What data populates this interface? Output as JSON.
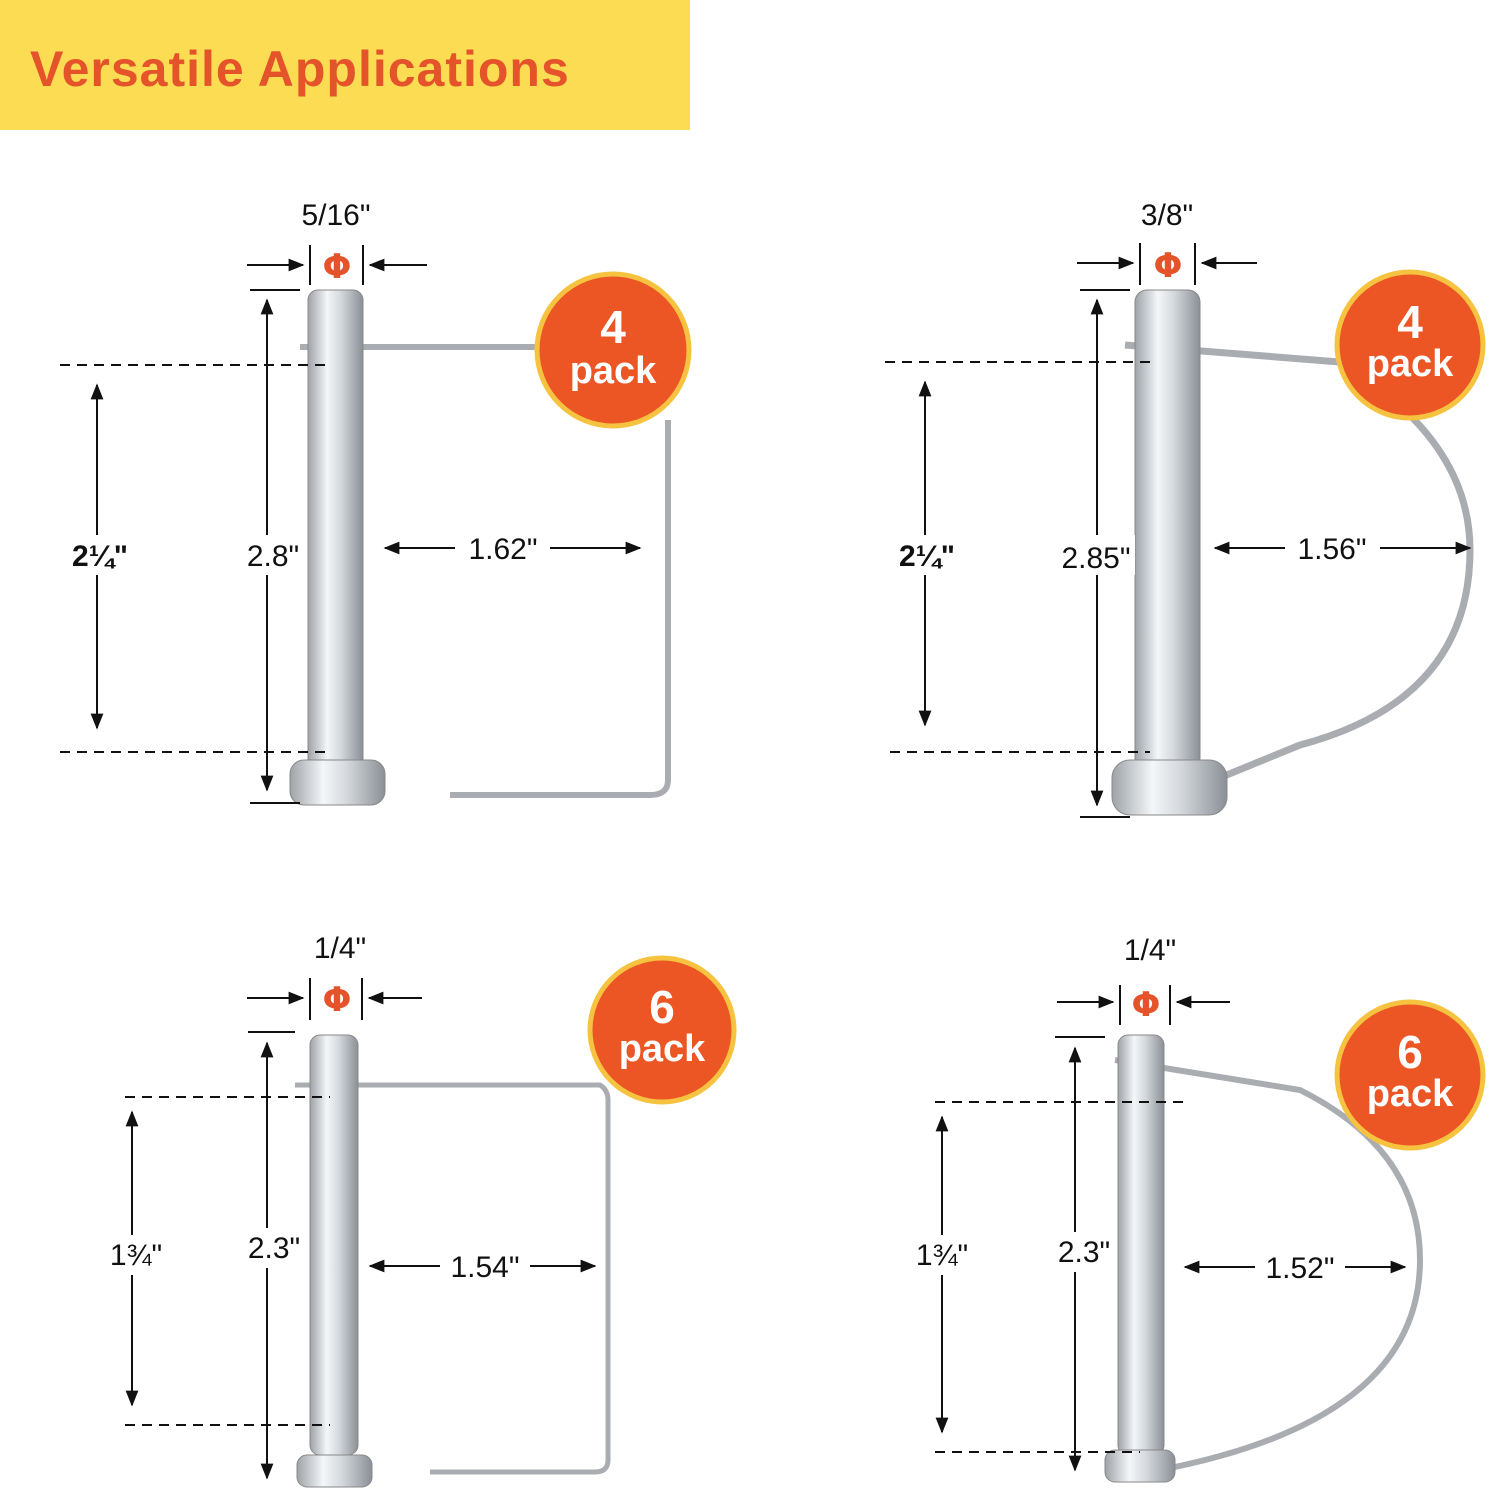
{
  "header": {
    "title": "Versatile Applications"
  },
  "colors": {
    "banner": "#fcdc52",
    "accent": "#e4532a",
    "badge": "#ec5524"
  },
  "pins": [
    {
      "diameter": "5/16\"",
      "diameter_symbol": "Φ",
      "usable_length": "2¼\"",
      "total_length": "2.8\"",
      "width": "1.62\"",
      "pack_count": "4",
      "pack_label": "pack",
      "shape": "square-ring"
    },
    {
      "diameter": "3/8\"",
      "diameter_symbol": "Φ",
      "usable_length": "2¼\"",
      "total_length": "2.85\"",
      "width": "1.56\"",
      "pack_count": "4",
      "pack_label": "pack",
      "shape": "d-ring"
    },
    {
      "diameter": "1/4\"",
      "diameter_symbol": "Φ",
      "usable_length": "1¾\"",
      "total_length": "2.3\"",
      "width": "1.54\"",
      "pack_count": "6",
      "pack_label": "pack",
      "shape": "square-ring"
    },
    {
      "diameter": "1/4\"",
      "diameter_symbol": "Φ",
      "usable_length": "1¾\"",
      "total_length": "2.3\"",
      "width": "1.52\"",
      "pack_count": "6",
      "pack_label": "pack",
      "shape": "d-ring"
    }
  ]
}
